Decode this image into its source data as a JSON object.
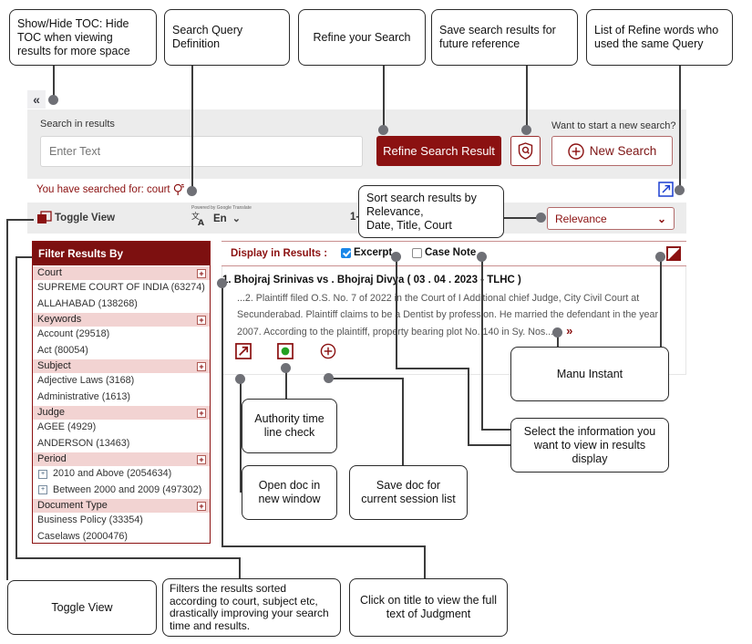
{
  "app": {
    "collapse_button": "«",
    "search": {
      "label": "Search in results",
      "placeholder": "Enter Text",
      "refine_button": "Refine Search Result",
      "shield_icon": "shield-search-icon",
      "new_search_prompt": "Want to start a new search?",
      "new_search_button": "New Search"
    },
    "searched_line": "You have searched for: court",
    "searched_icon": "query-definition-icon",
    "external_link_icon": "external-link-icon",
    "toolbar": {
      "toggle_view": "Toggle View",
      "toggle_view_icon": "stacked-squares-icon",
      "translate_powered": "Powered by Google Translate",
      "translate_icon": "translate-icon",
      "translate_lang": "En",
      "result_count": "1-",
      "sort_selected": "Relevance",
      "sort_options": [
        "Relevance",
        "Date",
        "Title",
        "Court"
      ]
    }
  },
  "sidebar": {
    "title": "Filter Results By",
    "groups": [
      {
        "name": "Court",
        "options": [
          "SUPREME COURT OF INDIA (63274)",
          "ALLAHABAD (138268)"
        ]
      },
      {
        "name": "Keywords",
        "options": [
          "Account (29518)",
          "Act (80054)"
        ]
      },
      {
        "name": "Subject",
        "options": [
          "Adjective Laws (3168)",
          "Administrative (1613)"
        ]
      },
      {
        "name": "Judge",
        "options": [
          "AGEE (4929)",
          "ANDERSON (13463)"
        ]
      },
      {
        "name": "Period",
        "indented": true,
        "options": [
          "2010 and Above (2054634)",
          "Between 2000 and 2009 (497302)"
        ]
      },
      {
        "name": "Document Type",
        "options": [
          "Business Policy (33354)",
          "Caselaws (2000476)"
        ]
      }
    ]
  },
  "results": {
    "display_label": "Display in Results :",
    "excerpt_label": "Excerpt",
    "case_note_label": "Case Note",
    "excerpt_checked": true,
    "case_note_checked": false,
    "edit_icon": "no-edit-icon",
    "items": [
      {
        "title": "1. Bhojraj Srinivas vs . Bhojraj Divya ( 03 . 04 . 2023 - TLHC )",
        "excerpt": "...2. Plaintiff filed O.S. No. 7 of 2022 in the Court of I Additional chief Judge, City Civil Court at Secunderabad. Plaintiff claims to be a Dentist by profession. He married the defendant in the year 2007. According to the plaintiff, property bearing plot No. 140 in Sy. Nos....",
        "more": "»",
        "action_icons": [
          "open-new-window-icon",
          "authority-timeline-icon",
          "save-doc-icon"
        ]
      }
    ]
  },
  "annotations": [
    {
      "id": "toc",
      "text": "Show/Hide TOC: Hide TOC when viewing results for more space"
    },
    {
      "id": "query-def",
      "text": "Search Query Definition"
    },
    {
      "id": "refine",
      "text": "Refine your Search"
    },
    {
      "id": "save-results",
      "text": "Save search results for future reference"
    },
    {
      "id": "refine-words",
      "text": "List of Refine words who used the same Query"
    },
    {
      "id": "sort",
      "text": "Sort search results by Relevance,\nDate, Title, Court"
    },
    {
      "id": "manu",
      "text": "Manu Instant"
    },
    {
      "id": "select-info",
      "text": "Select the information you want to view in results display"
    },
    {
      "id": "authority",
      "text": "Authority time line check"
    },
    {
      "id": "opendoc",
      "text": "Open doc in new window"
    },
    {
      "id": "savedoc",
      "text": "Save doc for current session list"
    },
    {
      "id": "toggle",
      "text": "Toggle View"
    },
    {
      "id": "filters",
      "text": "Filters the results sorted according to court, subject etc, drastically improving your search time and results."
    },
    {
      "id": "clicktitle",
      "text": "Click on title to view the full text of Judgment"
    }
  ],
  "colors": {
    "brand_dark_red": "#8b1111",
    "panel_grey": "#ececec",
    "filter_header": "#7d1010",
    "filter_group": "#f6d5d3",
    "checkbox_blue": "#1a87e8",
    "status_green": "#22a022"
  }
}
